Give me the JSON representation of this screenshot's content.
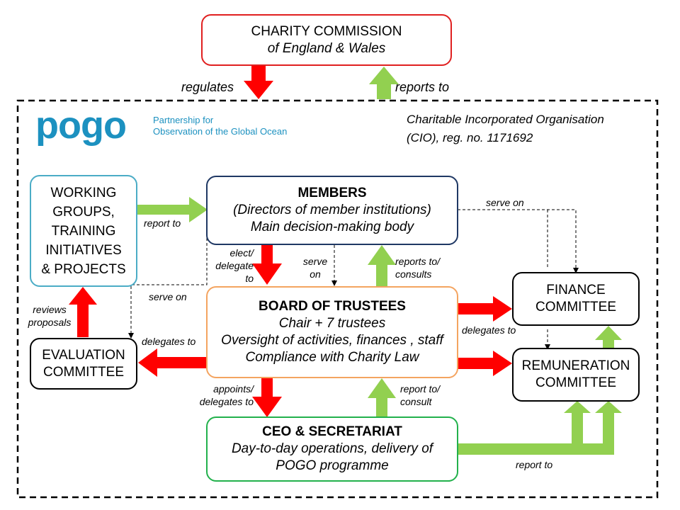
{
  "logo": {
    "wordmark": "pogo",
    "tagline_line1": "Partnership for",
    "tagline_line2": "Observation of the Global Ocean"
  },
  "organisation": {
    "line1": "Charitable Incorporated Organisation",
    "line2": "(CIO), reg. no. 1171692"
  },
  "nodes": {
    "charity_commission": {
      "title": "CHARITY COMMISSION",
      "subtitle": "of England & Wales"
    },
    "members": {
      "title": "MEMBERS",
      "line1": "(Directors of member institutions)",
      "line2": "Main decision-making body"
    },
    "board": {
      "title": "BOARD OF TRUSTEES",
      "line1": "Chair + 7 trustees",
      "line2": "Oversight of activities, finances , staff",
      "line3": "Compliance with Charity Law"
    },
    "ceo": {
      "title": "CEO & SECRETARIAT",
      "line1": "Day-to-day operations, delivery of",
      "line2": "POGO programme"
    },
    "working_groups": {
      "line1": "WORKING",
      "line2": "GROUPS,",
      "line3": "TRAINING",
      "line4": "INITIATIVES",
      "line5": "& PROJECTS"
    },
    "evaluation": {
      "line1": "EVALUATION",
      "line2": "COMMITTEE"
    },
    "finance": {
      "line1": "FINANCE",
      "line2": "COMMITTEE"
    },
    "remuneration": {
      "line1": "REMUNERATION",
      "line2": "COMMITTEE"
    }
  },
  "edges": {
    "regulates": "regulates",
    "reports_to_commission": "reports to",
    "wg_report_to": "report to",
    "elect_delegate_1": "elect/",
    "elect_delegate_2": "delegate",
    "elect_delegate_3": "to",
    "serve_on_board_1": "serve",
    "serve_on_board_2": "on",
    "reports_consults_1": "reports to/",
    "reports_consults_2": "consults",
    "serve_on_members": "serve on",
    "serve_on_wg": "serve on",
    "reviews_1": "reviews",
    "reviews_2": "proposals",
    "delegates_to_eval": "delegates to",
    "delegates_to_committees": "delegates to",
    "appoints_1": "appoints/",
    "appoints_2": "delegates to",
    "report_consult_1": "report to/",
    "report_consult_2": "consult",
    "ceo_report_to": "report to"
  },
  "colors": {
    "red_arrow": "#ff0000",
    "green_arrow": "#92d050",
    "commission_border": "#e02020",
    "members_border": "#1f3864",
    "board_border": "#f4a460",
    "ceo_border": "#22b14c",
    "wg_border": "#4bacc6",
    "black_border": "#000000",
    "logo": "#1c91c0"
  }
}
